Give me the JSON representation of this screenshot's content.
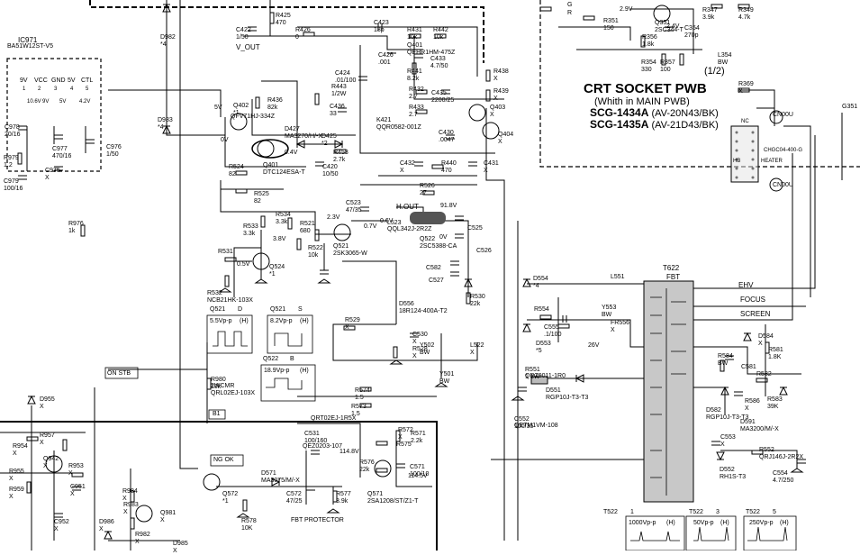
{
  "board": {
    "title": "CRT SOCKET PWB",
    "page": "(1/2)",
    "location": "(Whith in MAIN PWB)",
    "models": [
      {
        "part": "SCG-1434A",
        "model": "(AV-20N43/BK)"
      },
      {
        "part": "SCG-1435A",
        "model": "(AV-21D43/BK)"
      }
    ]
  },
  "ic": {
    "ref": "IC971",
    "part": "BA51W12ST-V5",
    "pins": [
      "9V",
      "VCC",
      "GND",
      "5V",
      "CTL"
    ],
    "pin_numbers": [
      "1",
      "2",
      "3",
      "4",
      "5"
    ],
    "pin_voltages": [
      "10.6V",
      "9V",
      "5V",
      "4.2V"
    ]
  },
  "labels": {
    "v_out": "V_OUT",
    "h_out": "H.OUT",
    "ehv": "EHV",
    "focus": "FOCUS",
    "screen": "SCREEN",
    "fbt": "FBT",
    "t622": "T622",
    "fbt_protector": "FBT PROTECTOR",
    "on_stb": "ON  STB",
    "ng_ok": "NG  OK",
    "b1": "B1",
    "cn00u": "CN00U",
    "chgc04": "CHGC04-400-G",
    "heater": "HEATER",
    "nc": "NC",
    "hb": "HB",
    "g": "G",
    "r": "R",
    "c_gnd": "GND"
  },
  "waveforms": [
    {
      "ref": "Q521",
      "node": "D",
      "value": "5.5Vp-p",
      "mode": "(H)"
    },
    {
      "ref": "Q521",
      "node": "S",
      "value": "8.2Vp-p",
      "mode": "(H)"
    },
    {
      "ref": "Q522",
      "node": "B",
      "value": "18.9Vp-p",
      "mode": "(H)"
    },
    {
      "ref": "T522",
      "node": "1",
      "value": "1000Vp-p",
      "mode": "(H)"
    },
    {
      "ref": "T522",
      "node": "3",
      "value": "50Vp-p",
      "mode": "(H)"
    },
    {
      "ref": "T522",
      "node": "5",
      "value": "250Vp-p",
      "mode": "(H)"
    }
  ],
  "components": [
    {
      "ref": "R425",
      "value": "470"
    },
    {
      "ref": "C422",
      "value": "1/50"
    },
    {
      "ref": "R426",
      "value": "0"
    },
    {
      "ref": "C423",
      "value": "18p"
    },
    {
      "ref": "R431",
      "value": "10k"
    },
    {
      "ref": "R442",
      "value": "10k"
    },
    {
      "ref": "C426",
      "value": ".001"
    },
    {
      "ref": "C433",
      "value": "4.7/50"
    },
    {
      "ref": "R441",
      "value": "8.2k"
    },
    {
      "ref": "Q401",
      "value": "QEHR1HM-475Z"
    },
    {
      "ref": "C424",
      "value": ".01/100"
    },
    {
      "ref": "R438",
      "value": "X"
    },
    {
      "ref": "R439",
      "value": "X"
    },
    {
      "ref": "R443",
      "value": "1/2W"
    },
    {
      "ref": "C436",
      "value": "33"
    },
    {
      "ref": "R432",
      "value": "2.7"
    },
    {
      "ref": "C435",
      "value": "2200/25"
    },
    {
      "ref": "R433",
      "value": "2.7"
    },
    {
      "ref": "K421",
      "value": "QQR0582-001Z"
    },
    {
      "ref": "Q403",
      "value": "X"
    },
    {
      "ref": "Q404",
      "value": "X"
    },
    {
      "ref": "R436",
      "value": "82k"
    },
    {
      "ref": "Q402",
      "value": "*1"
    },
    {
      "ref": "QFV71HJ-334Z",
      "value": ""
    },
    {
      "ref": "D427",
      "value": "MA3270/H/-X"
    },
    {
      "ref": "Q401b",
      "value": "DTC124ESA-T"
    },
    {
      "ref": "D425",
      "value": "*2"
    },
    {
      "ref": "R453",
      "value": "2.7k"
    },
    {
      "ref": "C420",
      "value": "10/50"
    },
    {
      "ref": "C430",
      "value": ".0047"
    },
    {
      "ref": "C432",
      "value": "X"
    },
    {
      "ref": "R440",
      "value": "470"
    },
    {
      "ref": "C431",
      "value": "X"
    },
    {
      "ref": "R524",
      "value": "82"
    },
    {
      "ref": "R525",
      "value": "82"
    },
    {
      "ref": "R526",
      "value": "27"
    },
    {
      "ref": "C523",
      "value": "47/35"
    },
    {
      "ref": "L523",
      "value": ""
    },
    {
      "ref": "R534",
      "value": "3.3k"
    },
    {
      "ref": "R533",
      "value": "3.3k"
    },
    {
      "ref": "R521",
      "value": "680"
    },
    {
      "ref": "R522",
      "value": "10k"
    },
    {
      "ref": "Q521",
      "value": "2SK3065-W"
    },
    {
      "ref": "Q522",
      "value": "2SC5388-CA"
    },
    {
      "ref": "QQL342J-2R2Z",
      "value": ""
    },
    {
      "ref": "C525",
      "value": ""
    },
    {
      "ref": "C526",
      "value": ""
    },
    {
      "ref": "R531",
      "value": ""
    },
    {
      "ref": "Q524",
      "value": "*1"
    },
    {
      "ref": "R532",
      "value": "NCB21HK-103X"
    },
    {
      "ref": "C523b",
      "value": ""
    },
    {
      "ref": "C582",
      "value": ""
    },
    {
      "ref": "C527",
      "value": ""
    },
    {
      "ref": "D556",
      "value": "18R124-400A-T2"
    },
    {
      "ref": "R530",
      "value": "22k"
    },
    {
      "ref": "D554",
      "value": "*4"
    },
    {
      "ref": "L551",
      "value": ""
    },
    {
      "ref": "R554",
      "value": ""
    },
    {
      "ref": "C555",
      "value": ".1/100"
    },
    {
      "ref": "Y553",
      "value": "BW"
    },
    {
      "ref": "FR556",
      "value": "X"
    },
    {
      "ref": "D553",
      "value": "*5"
    },
    {
      "ref": "R551",
      "value": "1   1W"
    },
    {
      "ref": "QRZ9011-1R0",
      "value": ""
    },
    {
      "ref": "D551",
      "value": "RGP10J-T3-T3"
    },
    {
      "ref": "C552",
      "value": "100/35"
    },
    {
      "ref": "QETM1VM-108",
      "value": ""
    },
    {
      "ref": "R529",
      "value": "X"
    },
    {
      "ref": "C530",
      "value": "X"
    },
    {
      "ref": "R528",
      "value": "X"
    },
    {
      "ref": "Y502",
      "value": "BW"
    },
    {
      "ref": "Y501",
      "value": "BW"
    },
    {
      "ref": "L522",
      "value": "X"
    },
    {
      "ref": "R980",
      "value": "10k"
    },
    {
      "ref": "2WCMR",
      "value": ""
    },
    {
      "ref": "QRL02EJ-103X",
      "value": ""
    },
    {
      "ref": "R574",
      "value": "1.5"
    },
    {
      "ref": "R573",
      "value": "1.5"
    },
    {
      "ref": "QRT02EJ-1R5X",
      "value": ""
    },
    {
      "ref": "C531",
      "value": "100/160"
    },
    {
      "ref": "QEZ0203-107",
      "value": ""
    },
    {
      "ref": "R572",
      "value": "X"
    },
    {
      "ref": "R571",
      "value": "2.2k"
    },
    {
      "ref": "R575",
      "value": ""
    },
    {
      "ref": "C571",
      "value": "100/10"
    },
    {
      "ref": "R576",
      "value": "22k"
    },
    {
      "ref": "Q571",
      "value": "2SA1208/ST/Z1-T"
    },
    {
      "ref": "D571",
      "value": "MA3075/M/-X"
    },
    {
      "ref": "C572",
      "value": "47/25"
    },
    {
      "ref": "R577",
      "value": "3.9k"
    },
    {
      "ref": "R578",
      "value": "10K"
    },
    {
      "ref": "Q572",
      "value": "*1"
    },
    {
      "ref": "D584",
      "value": "X"
    },
    {
      "ref": "R581",
      "value": "1.8K"
    },
    {
      "ref": "R584",
      "value": "BW"
    },
    {
      "ref": "C581",
      "value": ""
    },
    {
      "ref": "R582",
      "value": ""
    },
    {
      "ref": "R586",
      "value": "X"
    },
    {
      "ref": "R583",
      "value": "39K"
    },
    {
      "ref": "D582",
      "value": "RGP10J-T3-T3"
    },
    {
      "ref": "D591",
      "value": "MA3200/M/-X"
    },
    {
      "ref": "C553",
      "value": "X"
    },
    {
      "ref": "D552",
      "value": "RH1S-T3"
    },
    {
      "ref": "R552",
      "value": "QRJ146J-2R2X"
    },
    {
      "ref": "C554",
      "value": "4.7/250"
    },
    {
      "ref": "R976",
      "value": "1k"
    },
    {
      "ref": "C978",
      "value": "20/16"
    },
    {
      "ref": "C977",
      "value": "470/16"
    },
    {
      "ref": "C976",
      "value": "1/50"
    },
    {
      "ref": "R979",
      "value": "1.2"
    },
    {
      "ref": "C979",
      "value": "100/16"
    },
    {
      "ref": "C975",
      "value": "X"
    },
    {
      "ref": "D982",
      "value": "*4"
    },
    {
      "ref": "D983",
      "value": "*4"
    },
    {
      "ref": "D955",
      "value": "X"
    },
    {
      "ref": "R957",
      "value": "X"
    },
    {
      "ref": "R954",
      "value": "X"
    },
    {
      "ref": "Q942",
      "value": "X"
    },
    {
      "ref": "R953",
      "value": "X"
    },
    {
      "ref": "R955",
      "value": "X"
    },
    {
      "ref": "C951",
      "value": "X"
    },
    {
      "ref": "R959",
      "value": "X"
    },
    {
      "ref": "R984",
      "value": "X"
    },
    {
      "ref": "R983",
      "value": "X"
    },
    {
      "ref": "Q981",
      "value": "X"
    },
    {
      "ref": "D986",
      "value": "X"
    },
    {
      "ref": "R982",
      "value": "X"
    },
    {
      "ref": "D985",
      "value": "X"
    },
    {
      "ref": "C952",
      "value": "X"
    },
    {
      "ref": "R351",
      "value": "150"
    },
    {
      "ref": "Q351",
      "value": "2SC344-T"
    },
    {
      "ref": "R356",
      "value": "1.8k"
    },
    {
      "ref": "C354",
      "value": "270p"
    },
    {
      "ref": "R354",
      "value": "330"
    },
    {
      "ref": "R357",
      "value": "100"
    },
    {
      "ref": "R347",
      "value": "3.9k"
    },
    {
      "ref": "R349",
      "value": "4.7k"
    },
    {
      "ref": "L354",
      "value": "BW"
    },
    {
      "ref": "R369",
      "value": "X"
    },
    {
      "ref": "G351",
      "value": ""
    }
  ],
  "voltages": [
    "5V",
    "0V",
    "0.4V",
    "3.8V",
    "2.3V",
    "0.6V",
    "0.7V",
    "0.5V",
    "91.8V",
    "0V",
    "114.8V",
    "114.5V",
    "2.4V",
    "2.9V",
    "26V"
  ]
}
